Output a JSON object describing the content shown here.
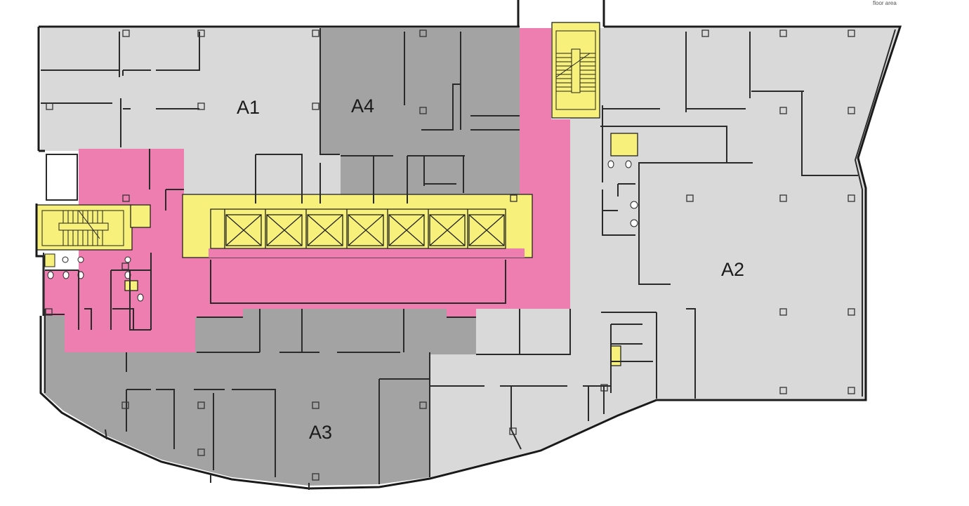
{
  "plan": {
    "legend_note": "floor area",
    "zones": [
      {
        "id": "A1",
        "label": "A1",
        "color": "#d9d9d9"
      },
      {
        "id": "A2",
        "label": "A2",
        "color": "#d9d9d9"
      },
      {
        "id": "A3",
        "label": "A3",
        "color": "#a3a3a3"
      },
      {
        "id": "A4",
        "label": "A4",
        "color": "#a3a3a3"
      }
    ],
    "colors": {
      "light_zone": "#d9d9d9",
      "dark_zone": "#a3a3a3",
      "circulation": "#ef7eb0",
      "core": "#f7f07a",
      "wall": "#2a2a2a"
    },
    "icons": [
      "staircase-icon",
      "lift-icon",
      "wc-fixture-icon"
    ]
  }
}
